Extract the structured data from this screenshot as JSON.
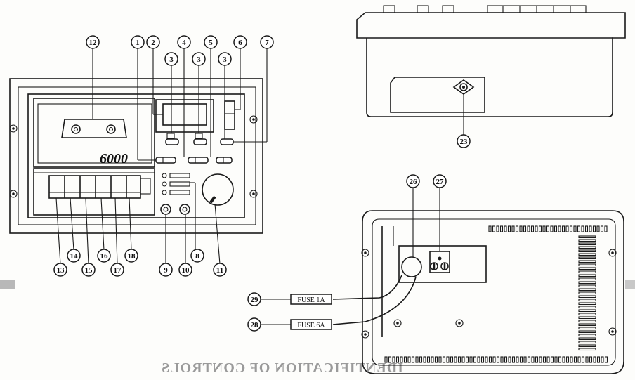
{
  "front_panel": {
    "model_label": "6000",
    "callouts": [
      {
        "id": "c1",
        "label": "1"
      },
      {
        "id": "c2",
        "label": "2"
      },
      {
        "id": "c3a",
        "label": "3"
      },
      {
        "id": "c4",
        "label": "4"
      },
      {
        "id": "c3b",
        "label": "3"
      },
      {
        "id": "c5",
        "label": "5"
      },
      {
        "id": "c3c",
        "label": "3"
      },
      {
        "id": "c6",
        "label": "6"
      },
      {
        "id": "c7",
        "label": "7"
      },
      {
        "id": "c12",
        "label": "12"
      },
      {
        "id": "c13",
        "label": "13"
      },
      {
        "id": "c14",
        "label": "14"
      },
      {
        "id": "c15",
        "label": "15"
      },
      {
        "id": "c16",
        "label": "16"
      },
      {
        "id": "c17",
        "label": "17"
      },
      {
        "id": "c18",
        "label": "18"
      },
      {
        "id": "c9",
        "label": "9"
      },
      {
        "id": "c10",
        "label": "10"
      },
      {
        "id": "c8",
        "label": "8"
      },
      {
        "id": "c11",
        "label": "11"
      }
    ]
  },
  "side_view": {
    "callouts": [
      {
        "id": "c23",
        "label": "23"
      }
    ]
  },
  "rear_panel": {
    "callouts": [
      {
        "id": "c26",
        "label": "26"
      },
      {
        "id": "c27",
        "label": "27"
      },
      {
        "id": "c29",
        "label": "29"
      },
      {
        "id": "c28",
        "label": "28"
      }
    ],
    "fuses": {
      "f1": "FUSE 1A",
      "f2": "FUSE 6A"
    }
  },
  "footer_text": "IDENTIFICATION OF CONTROLS"
}
